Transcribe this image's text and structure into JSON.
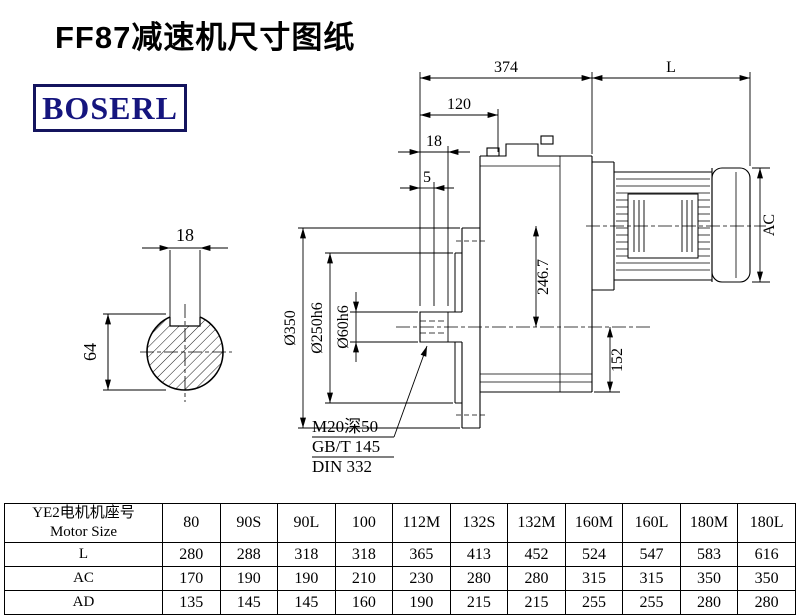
{
  "page": {
    "title": "FF87减速机尺寸图纸"
  },
  "logo": {
    "text": "BOSERL",
    "color": "#15157e"
  },
  "drawing": {
    "dims": {
      "d374": "374",
      "dL": "L",
      "d120": "120",
      "d18": "18",
      "d5": "5",
      "ac": "AC",
      "d2467": "246.7",
      "d152": "152",
      "dia350": "Ø350",
      "dia250": "Ø250h6",
      "dia60": "Ø60h6",
      "key18": "18",
      "key64": "64"
    },
    "notes": {
      "line1": "M20深50",
      "line2": "GB/T 145",
      "line3": "DIN 332"
    }
  },
  "table": {
    "header_cn": "YE2电机机座号",
    "header_en": "Motor Size",
    "sizes": [
      "80",
      "90S",
      "90L",
      "100",
      "112M",
      "132S",
      "132M",
      "160M",
      "160L",
      "180M",
      "180L"
    ],
    "rows": [
      {
        "label": "L",
        "values": [
          280,
          288,
          318,
          318,
          365,
          413,
          452,
          524,
          547,
          583,
          616
        ]
      },
      {
        "label": "AC",
        "values": [
          170,
          190,
          190,
          210,
          230,
          280,
          280,
          315,
          315,
          350,
          350
        ]
      },
      {
        "label": "AD",
        "values": [
          135,
          145,
          145,
          160,
          190,
          215,
          215,
          255,
          255,
          280,
          280
        ]
      }
    ]
  }
}
